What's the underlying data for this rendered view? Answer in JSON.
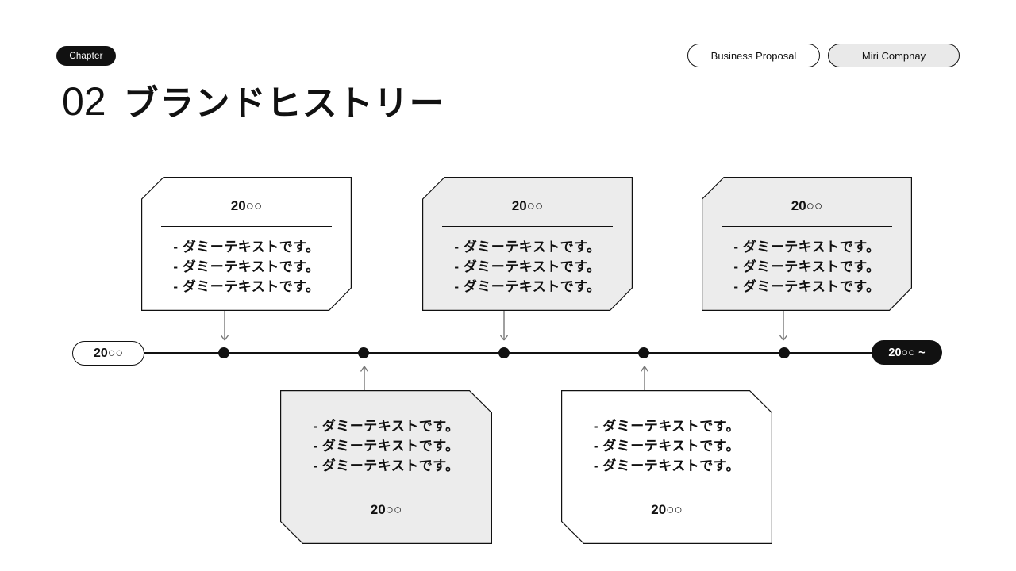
{
  "header": {
    "chapter_badge": "Chapter",
    "proposal_badge": "Business Proposal",
    "company_badge": "Miri Compnay"
  },
  "title": {
    "number": "02",
    "text": "ブランドヒストリー"
  },
  "timeline": {
    "start_label": "20○○",
    "end_label": "20○○ ~",
    "cards": [
      {
        "position": "top",
        "year": "20○○",
        "lines": [
          "- ダミーテキストです。",
          "- ダミーテキストです。",
          "- ダミーテキストです。"
        ]
      },
      {
        "position": "top",
        "year": "20○○",
        "lines": [
          "- ダミーテキストです。",
          "- ダミーテキストです。",
          "- ダミーテキストです。"
        ]
      },
      {
        "position": "top",
        "year": "20○○",
        "lines": [
          "- ダミーテキストです。",
          "- ダミーテキストです。",
          "- ダミーテキストです。"
        ]
      },
      {
        "position": "bottom",
        "year": "20○○",
        "lines": [
          "- ダミーテキストです。",
          "- ダミーテキストです。",
          "- ダミーテキストです。"
        ]
      },
      {
        "position": "bottom",
        "year": "20○○",
        "lines": [
          "- ダミーテキストです。",
          "- ダミーテキストです。",
          "- ダミーテキストです。"
        ]
      }
    ]
  },
  "colors": {
    "ink": "#111111",
    "card_gray": "#ececec",
    "badge_gray": "#e9e9e9",
    "arrow_gray": "#777777"
  }
}
